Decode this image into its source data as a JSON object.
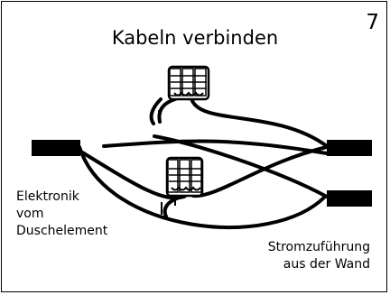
{
  "title": "Kabeln verbinden",
  "page_number": "7",
  "left_label": [
    "Elektronik",
    "vom",
    "Duschelement"
  ],
  "right_label": [
    "Stromzuführung",
    "aus der Wand"
  ],
  "colors": {
    "line": "#000000",
    "background": "#ffffff"
  }
}
